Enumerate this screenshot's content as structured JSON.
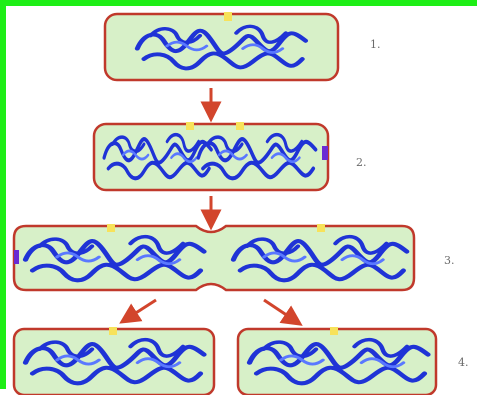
{
  "figure": {
    "step_labels": [
      "1.",
      "2.",
      "3.",
      "4."
    ]
  },
  "colors": {
    "frame": "#1eee16",
    "cell_fill": "#d7f0c8",
    "cell_border": "#c0392b",
    "dna": "#1f33d6",
    "origin": "#f7e25a",
    "arrow": "#d2452c",
    "label": "#6b6b6b"
  }
}
